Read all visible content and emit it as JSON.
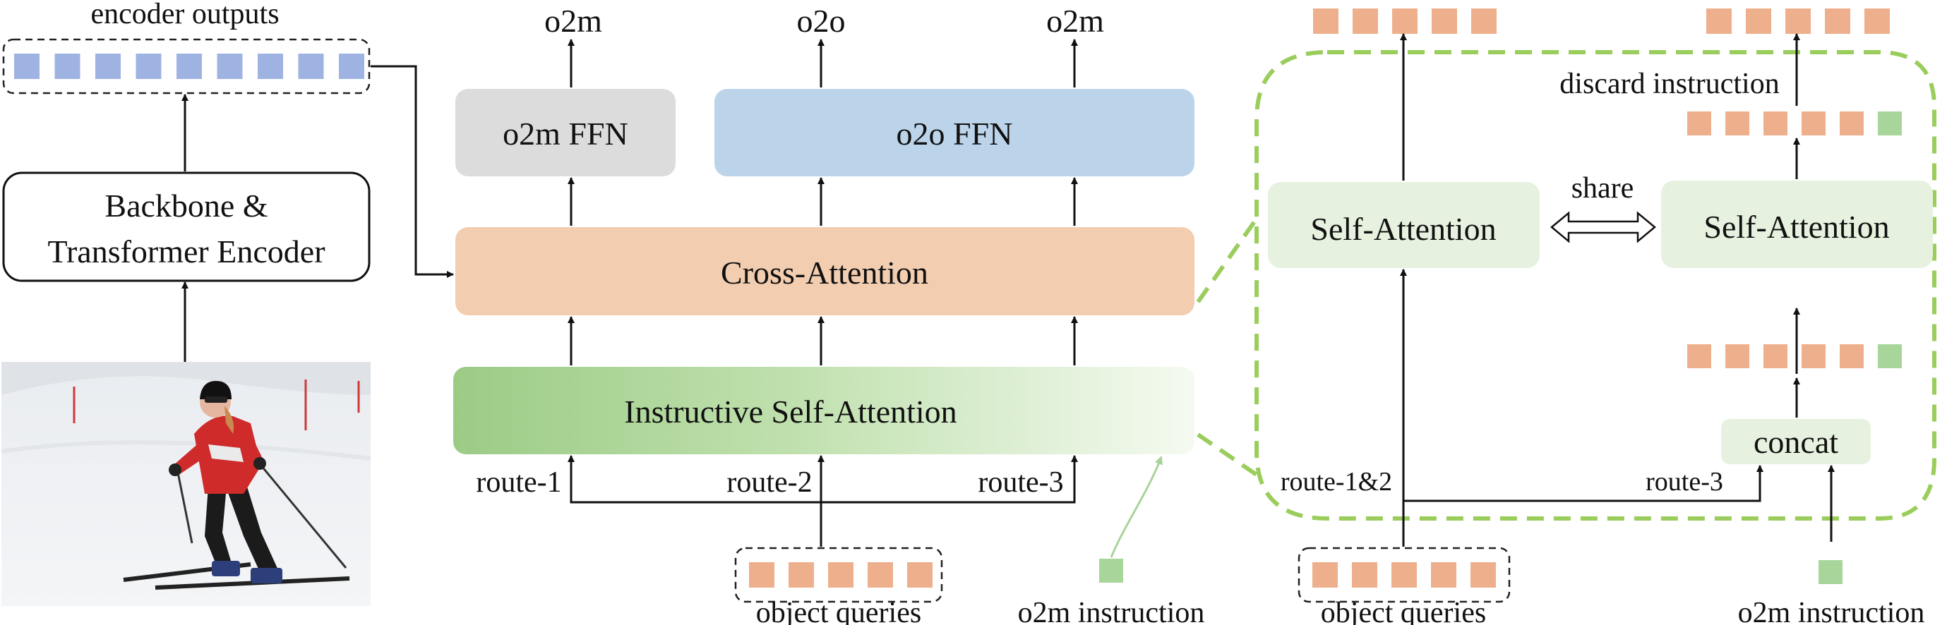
{
  "encoder": {
    "outputs_label": "encoder outputs",
    "backbone_line1": "Backbone &",
    "backbone_line2": "Transformer Encoder"
  },
  "decoder": {
    "o2m_ffn": "o2m FFN",
    "o2o_ffn": "o2o FFN",
    "cross_attention": "Cross-Attention",
    "instructive_self_attention": "Instructive Self-Attention",
    "outputs": [
      "o2m",
      "o2o",
      "o2m"
    ],
    "routes": [
      "route-1",
      "route-2",
      "route-3"
    ],
    "object_queries_label": "object queries",
    "o2m_instruction_label": "o2m instruction"
  },
  "detail": {
    "self_attention_left": "Self-Attention",
    "self_attention_right": "Self-Attention",
    "share_label": "share",
    "discard_label": "discard instruction",
    "concat_label": "concat",
    "route_12": "route-1&2",
    "route_3": "route-3",
    "object_queries_label": "object queries",
    "o2m_instruction_label": "o2m instruction"
  },
  "colors": {
    "encoder_token": "#9fb3e3",
    "query_token": "#eeb08c",
    "instruction_token": "#a7d59a",
    "o2m_ffn_fill": "#dcdcdc",
    "o2o_ffn_fill": "#bcd4ea",
    "cross_attention_fill": "#f2cdb0",
    "self_attention_fill": "#e6f2df",
    "isa_gradient_start": "#9ccb86",
    "isa_gradient_end": "#f5faf1",
    "dashed_green": "#9acd5c",
    "instruction_arrow": "#a8d49a"
  },
  "photo": {
    "subject": "skier-photo"
  }
}
